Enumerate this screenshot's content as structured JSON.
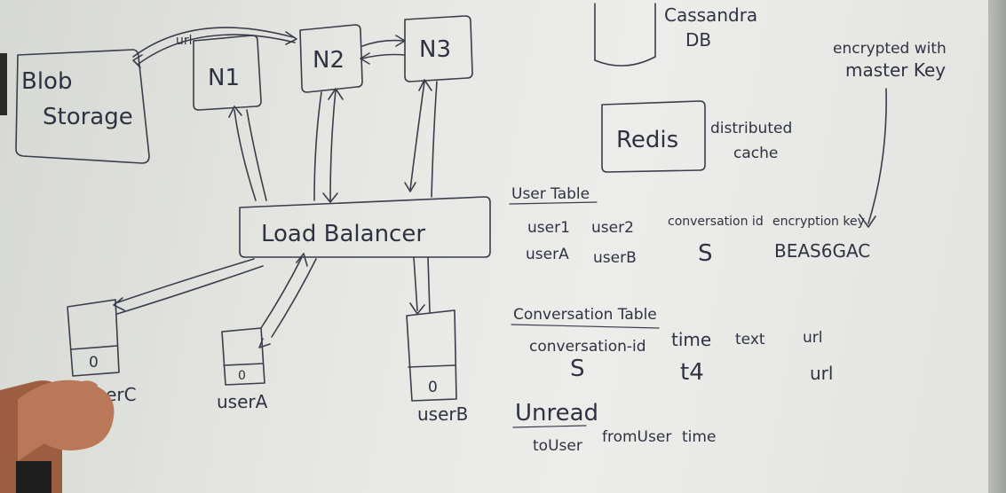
{
  "left_diagram": {
    "blob_storage": [
      "Blob",
      "Storage"
    ],
    "nodes": [
      "N1",
      "N2",
      "N3"
    ],
    "blob_to_n2_label": "url",
    "load_balancer": "Load Balancer",
    "clients": [
      {
        "label": "userC",
        "button": "0"
      },
      {
        "label": "userA",
        "button": "0"
      },
      {
        "label": "userB",
        "button": "0"
      }
    ]
  },
  "stores": {
    "cassandra": [
      "Cassandra",
      "DB"
    ],
    "redis": "Redis",
    "redis_note": [
      "distributed",
      "cache"
    ],
    "encryption_note": [
      "encrypted with",
      "master Key"
    ]
  },
  "user_table": {
    "title": "User Table",
    "columns": [
      "user1",
      "user2",
      "conversation id",
      "encryption key"
    ],
    "row": [
      "userA",
      "userB",
      "S",
      "BEAS6GAC"
    ]
  },
  "conversation_table": {
    "title": "Conversation Table",
    "columns": [
      "conversation-id",
      "time",
      "text",
      "url"
    ],
    "row": [
      "S",
      "t4",
      "",
      "url"
    ]
  },
  "unread_table": {
    "title": "Unread",
    "columns": [
      "toUser",
      "fromUser",
      "time"
    ]
  }
}
